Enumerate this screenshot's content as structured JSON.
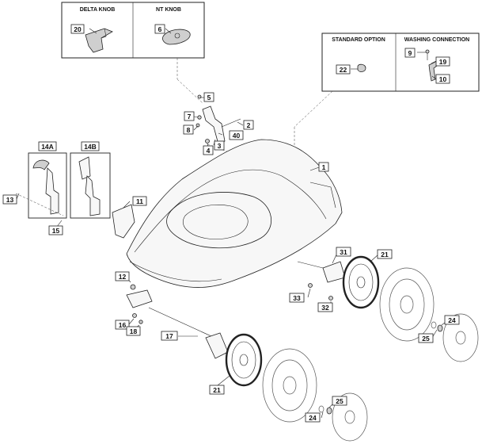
{
  "boxes": {
    "delta_knob": "DELTA KNOB",
    "nt_knob": "NT KNOB",
    "standard_option": "STANDARD OPTION",
    "washing_connection": "WASHING CONNECTION",
    "knob_14a": "14A",
    "knob_14b": "14B"
  },
  "labels": {
    "p1": "1",
    "p2": "2",
    "p3": "3",
    "p4": "4",
    "p5": "5",
    "p6": "6",
    "p7": "7",
    "p8": "8",
    "p9": "9",
    "p10": "10",
    "p11": "11",
    "p12": "12",
    "p13": "13",
    "p15": "15",
    "p16": "16",
    "p17": "17",
    "p18": "18",
    "p19": "19",
    "p20": "20",
    "p21a": "21",
    "p21b": "21",
    "p22": "22",
    "p24a": "24",
    "p24b": "24",
    "p25a": "25",
    "p25b": "25",
    "p31": "31",
    "p32": "32",
    "p33": "33",
    "p40": "40"
  },
  "colors": {
    "line": "#222222",
    "fill": "#f7f7f7",
    "shade": "#cfcfcf"
  }
}
